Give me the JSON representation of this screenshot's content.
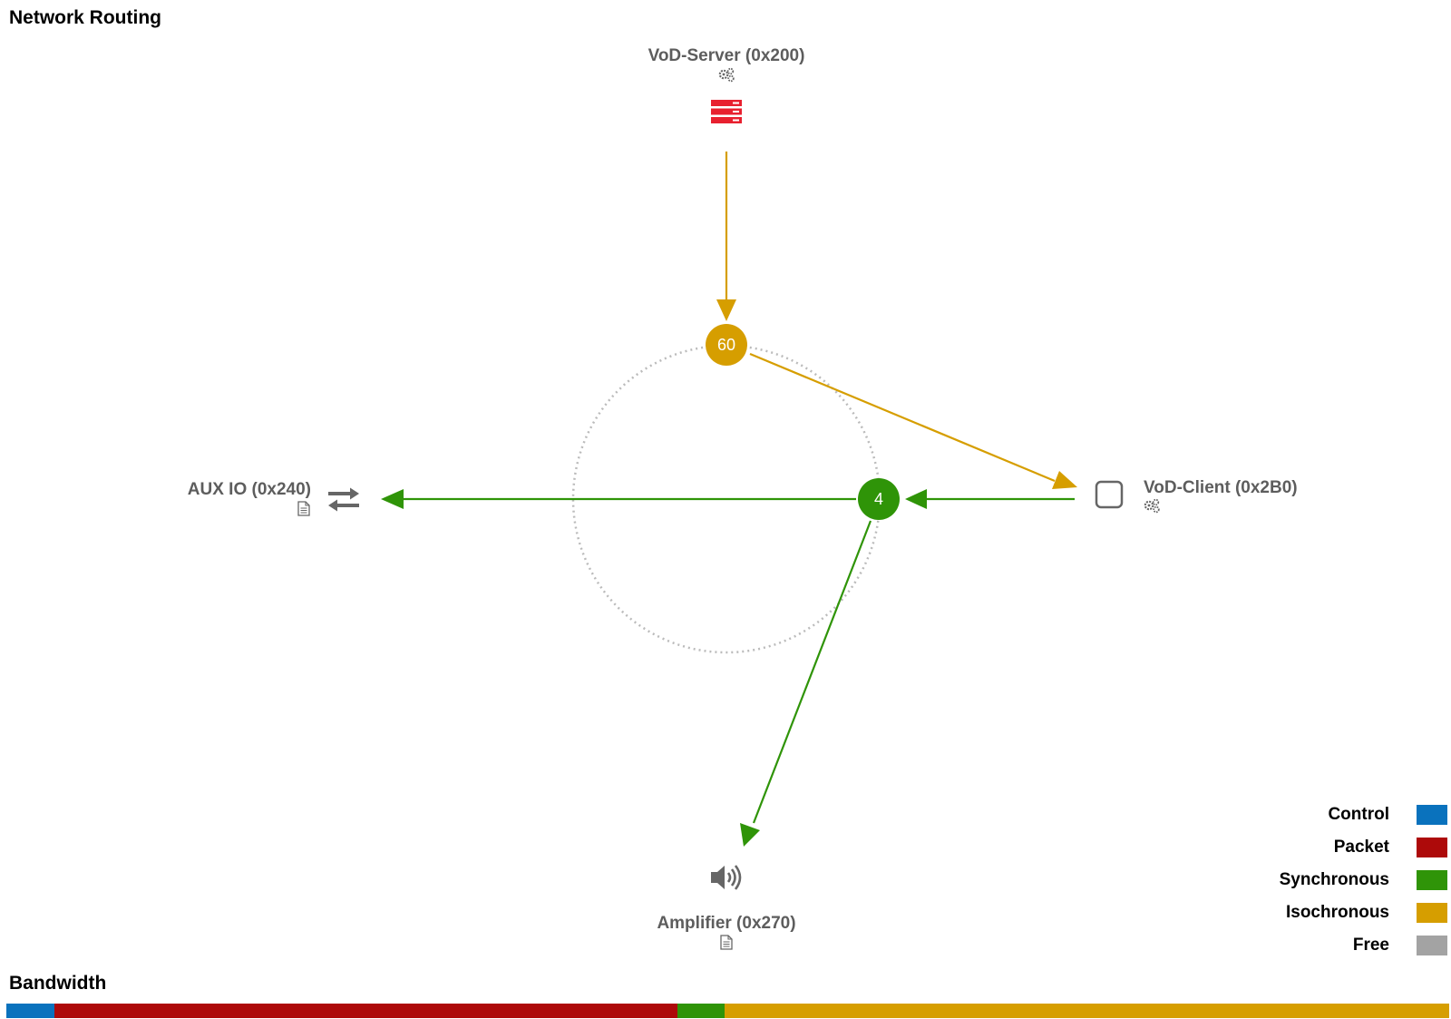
{
  "titles": {
    "routing": "Network Routing",
    "bandwidth": "Bandwidth"
  },
  "colors": {
    "control": "#0a72bd",
    "packet": "#ad0a0a",
    "synchronous": "#2f9408",
    "isochronous": "#d69e00",
    "free": "#a3a3a3",
    "server_icon": "#e8202f",
    "icon_gray": "#666666",
    "ring": "#bbbbbb"
  },
  "nodes": {
    "vod_server": {
      "label": "VoD-Server (0x200)",
      "icon": "server-icon",
      "sub_icon": "gears-icon"
    },
    "vod_client": {
      "label": "VoD-Client (0x2B0)",
      "icon": "square-icon",
      "sub_icon": "gears-icon"
    },
    "aux_io": {
      "label": "AUX IO (0x240)",
      "icon": "transfer-arrows-icon",
      "sub_icon": "document-icon"
    },
    "amplifier": {
      "label": "Amplifier (0x270)",
      "icon": "speaker-icon",
      "sub_icon": "document-icon"
    }
  },
  "junctions": {
    "isochronous": {
      "value": "60",
      "type": "isochronous"
    },
    "synchronous": {
      "value": "4",
      "type": "synchronous"
    }
  },
  "connections": [
    {
      "from": "VoD-Server (0x200)",
      "to": "60",
      "type": "isochronous"
    },
    {
      "from": "60",
      "to": "VoD-Client (0x2B0)",
      "type": "isochronous"
    },
    {
      "from": "VoD-Client (0x2B0)",
      "to": "4",
      "type": "synchronous"
    },
    {
      "from": "4",
      "to": "AUX IO (0x240)",
      "type": "synchronous"
    },
    {
      "from": "4",
      "to": "Amplifier (0x270)",
      "type": "synchronous"
    }
  ],
  "legend": [
    {
      "label": "Control",
      "key": "control"
    },
    {
      "label": "Packet",
      "key": "packet"
    },
    {
      "label": "Synchronous",
      "key": "synchronous"
    },
    {
      "label": "Isochronous",
      "key": "isochronous"
    },
    {
      "label": "Free",
      "key": "free"
    }
  ],
  "bandwidth": [
    {
      "type": "control",
      "fraction": 0.033
    },
    {
      "type": "packet",
      "fraction": 0.432
    },
    {
      "type": "synchronous",
      "fraction": 0.033
    },
    {
      "type": "isochronous",
      "fraction": 0.502
    },
    {
      "type": "free",
      "fraction": 0.0
    }
  ]
}
